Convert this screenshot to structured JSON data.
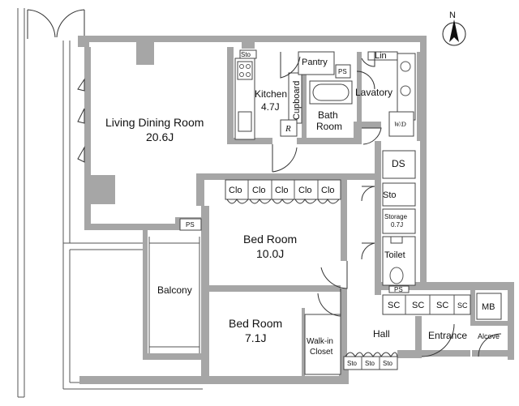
{
  "rooms": {
    "living_dining": {
      "name": "Living Dining Room",
      "size": "20.6J"
    },
    "kitchen": {
      "name": "Kitchen",
      "size": "4.7J"
    },
    "cupboard": "Cupboard",
    "pantry": "Pantry",
    "bath": {
      "line1": "Bath",
      "line2": "Room"
    },
    "lavatory": "Lavatory",
    "lin": "Lin",
    "wd": "W/D",
    "ds": "DS",
    "sto": "Sto",
    "storage": {
      "name": "Storage",
      "size": "0.7J"
    },
    "toilet": "Toilet",
    "bed1": {
      "name": "Bed Room",
      "size": "10.0J"
    },
    "bed2": {
      "name": "Bed Room",
      "size": "7.1J"
    },
    "walk_in": {
      "line1": "Walk-in",
      "line2": "Closet"
    },
    "balcony": "Balcony",
    "hall": "Hall",
    "entrance": "Entrance",
    "alcove": "Alcove",
    "mb": "MB"
  },
  "small_labels": {
    "ps": "PS",
    "r": "R",
    "sc": "SC",
    "clo": "Clo",
    "sto_small": "Sto"
  },
  "compass": {
    "letter": "N"
  }
}
